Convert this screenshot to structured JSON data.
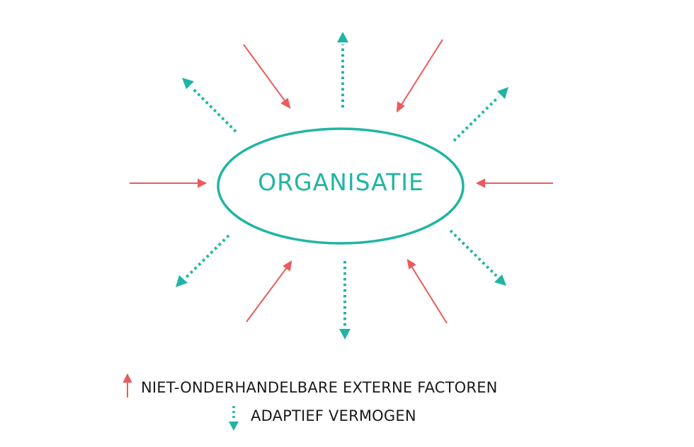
{
  "colors": {
    "teal": "#1fb5a3",
    "red": "#ec5a5c",
    "text": "#1a1a1a",
    "background": "#ffffff"
  },
  "center": {
    "label": "ORGANISATIE",
    "shape": "ellipse"
  },
  "arrows": [
    {
      "type": "external-factor",
      "direction": "inward",
      "position": "top-left"
    },
    {
      "type": "external-factor",
      "direction": "inward",
      "position": "top-right"
    },
    {
      "type": "external-factor",
      "direction": "inward",
      "position": "left"
    },
    {
      "type": "external-factor",
      "direction": "inward",
      "position": "right"
    },
    {
      "type": "external-factor",
      "direction": "inward",
      "position": "bottom-left"
    },
    {
      "type": "external-factor",
      "direction": "inward",
      "position": "bottom-right"
    },
    {
      "type": "adaptive-capacity",
      "direction": "outward",
      "position": "top"
    },
    {
      "type": "adaptive-capacity",
      "direction": "outward",
      "position": "top-left"
    },
    {
      "type": "adaptive-capacity",
      "direction": "outward",
      "position": "top-right"
    },
    {
      "type": "adaptive-capacity",
      "direction": "outward",
      "position": "bottom"
    },
    {
      "type": "adaptive-capacity",
      "direction": "outward",
      "position": "bottom-left"
    },
    {
      "type": "adaptive-capacity",
      "direction": "outward",
      "position": "bottom-right"
    }
  ],
  "legend": [
    {
      "icon": "red-solid-arrow-icon",
      "label": "NIET-ONDERHANDELBARE EXTERNE FACTOREN"
    },
    {
      "icon": "teal-dotted-arrow-icon",
      "label": "ADAPTIEF VERMOGEN"
    }
  ]
}
